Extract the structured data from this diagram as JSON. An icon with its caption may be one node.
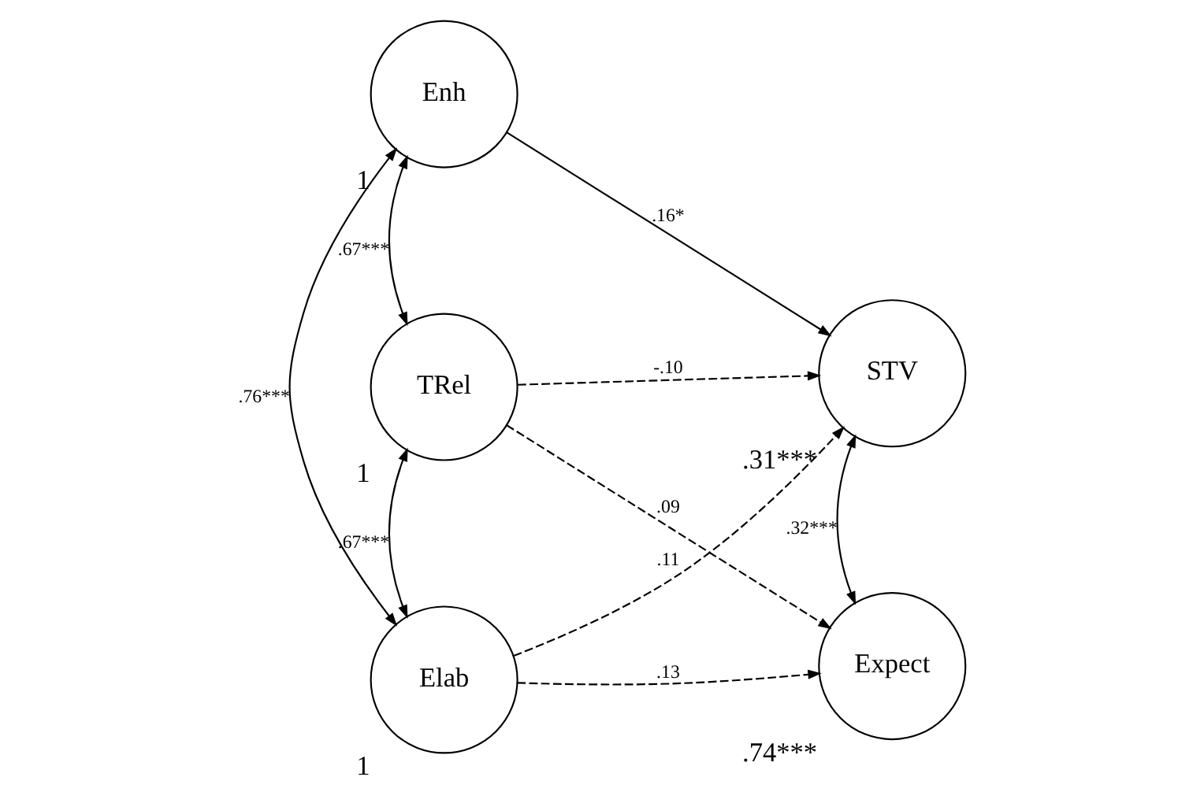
{
  "diagram": {
    "nodes": [
      {
        "text": [
          "Elab"
        ],
        "beside": [
          "1"
        ]
      },
      {
        "text": [
          "TRel"
        ],
        "beside": [
          "1"
        ]
      },
      {
        "text": [
          "Enh"
        ],
        "beside": [
          "1"
        ]
      },
      {
        "text": [
          "Expect"
        ],
        "beside": [
          ".74***"
        ]
      },
      {
        "text": [
          "STV"
        ],
        "beside": [
          ".31***"
        ]
      }
    ],
    "edges": [
      {
        "from": 0,
        "to": 3,
        "arrow": "to",
        "style": "dashed",
        "label": ".13"
      },
      {
        "from": 0,
        "to": 4,
        "arrow": "to",
        "style": "dashed",
        "label": ".11"
      },
      {
        "from": 1,
        "to": 3,
        "arrow": "to",
        "style": "dashed",
        "label": ".09"
      },
      {
        "from": 1,
        "to": 4,
        "arrow": "to",
        "style": "dashed",
        "label": "-.10"
      },
      {
        "from": 2,
        "to": 4,
        "arrow": "to",
        "label": ".16*"
      },
      {
        "from": 0,
        "to": 1,
        "arrow": "both",
        "label": ".67***"
      },
      {
        "from": 1,
        "to": 2,
        "arrow": "both",
        "label": ".67***"
      },
      {
        "from": 0,
        "to": 2,
        "arrow": "both",
        "label": ".76***"
      },
      {
        "from": 3,
        "to": 4,
        "arrow": "both",
        "label": ".32***"
      }
    ]
  }
}
